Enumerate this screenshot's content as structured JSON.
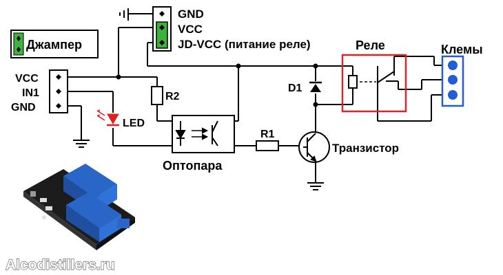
{
  "labels": {
    "gnd_top": "GND",
    "vcc_top": "VCC",
    "jd_vcc": "JD-VCC (питание реле)",
    "jumper": "Джампер",
    "vcc_left": "VCC",
    "in1": "IN1",
    "gnd_left": "GND",
    "r2": "R2",
    "led": "LED",
    "optocoupler": "Оптопара",
    "r1": "R1",
    "transistor": "Транзистор",
    "d1": "D1",
    "relay": "Реле",
    "terminals": "Клемы",
    "watermark": "Alcodistillers.ru"
  },
  "colors": {
    "wire": "#000000",
    "jumper_green": "#3cb43c",
    "led_red": "#e02020",
    "relay_box": "#d9242a",
    "terminal_blue": "#1f5ed6",
    "module_blue": "#2a66c8",
    "pcb_dark": "#1c1c1c"
  }
}
